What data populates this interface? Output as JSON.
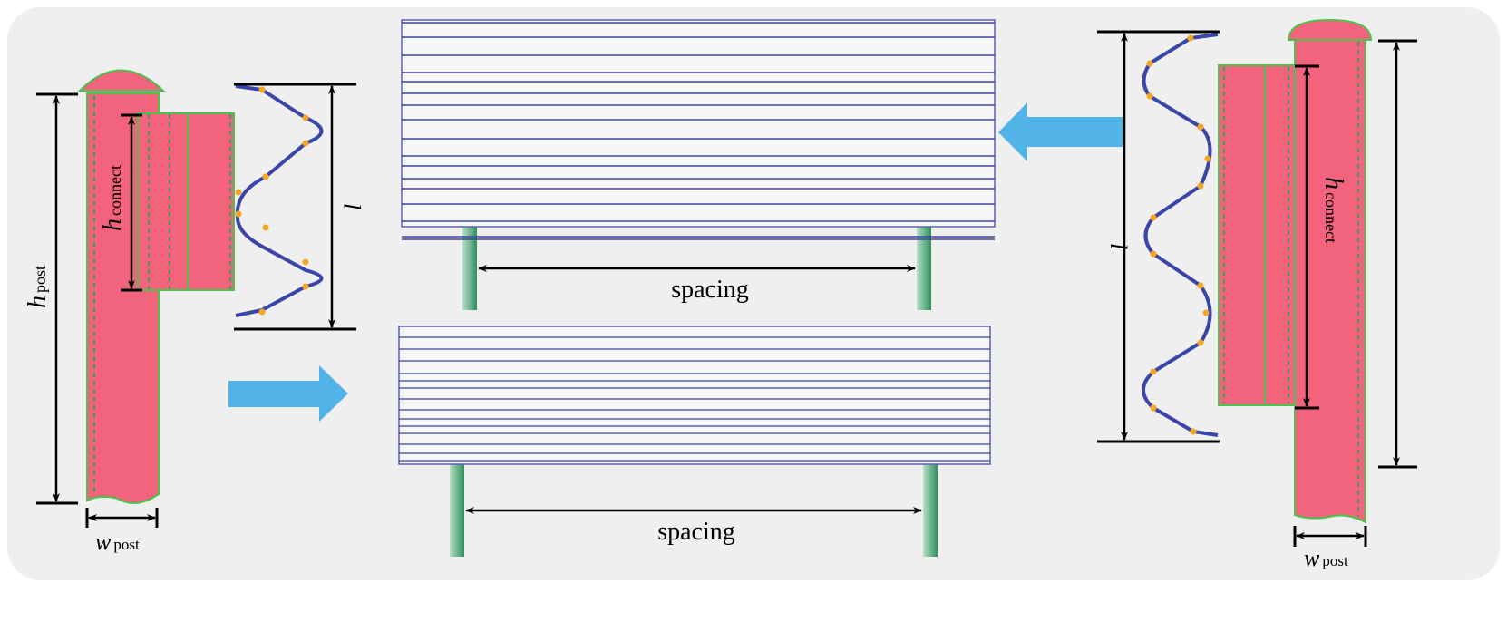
{
  "labels": {
    "h_post_main": "h",
    "h_post_sub": "post",
    "h_connect_main": "h",
    "h_connect_sub": "connect",
    "w_post_main": "w",
    "w_post_sub": "post",
    "l": "l",
    "spacing_top": "spacing",
    "spacing_bottom": "spacing"
  },
  "colors": {
    "background": "#efefef",
    "post": "#f2637d",
    "post_outline": "#4cc24c",
    "wave": "#3a45a8",
    "wave_points": "#f5a623",
    "arrow": "#52b3e8",
    "fence_lines": "#3e44a0",
    "leg": "#3a9a6a"
  }
}
